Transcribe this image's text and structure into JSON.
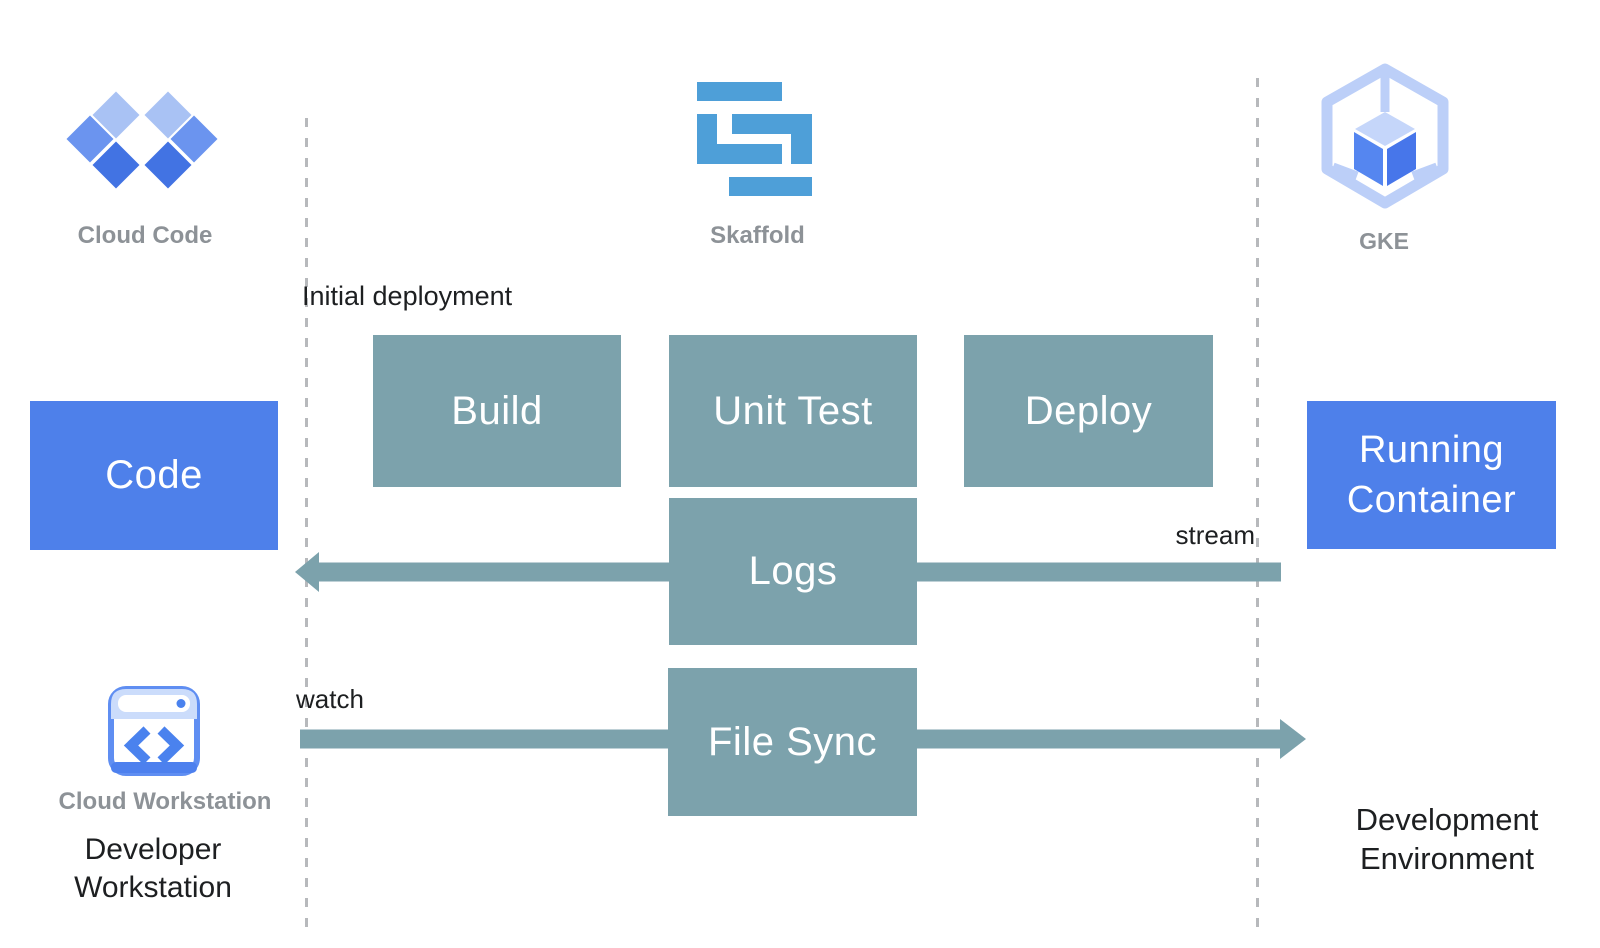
{
  "colors": {
    "process_teal": "#7CA2AC",
    "artifact_blue": "#4E80EA",
    "skaffold_blue": "#4E9FD8",
    "icon_blue_light": "#A9C2F4",
    "icon_blue_medium": "#6B94EF",
    "icon_blue_dark": "#4273E3",
    "label_gray": "#8D9297",
    "text_black": "#1D1F21",
    "dash_gray": "#B7B9BC"
  },
  "tools": {
    "cloud_code": {
      "label": "Cloud Code"
    },
    "skaffold": {
      "label": "Skaffold"
    },
    "gke": {
      "label": "GKE"
    },
    "cloud_workstation": {
      "label": "Cloud Workstation"
    }
  },
  "nodes": {
    "code": {
      "label": "Code"
    },
    "build": {
      "label": "Build"
    },
    "unit_test": {
      "label": "Unit Test"
    },
    "deploy": {
      "label": "Deploy"
    },
    "logs": {
      "label": "Logs"
    },
    "file_sync": {
      "label": "File Sync"
    },
    "running_container": {
      "label": "Running Container"
    }
  },
  "annotations": {
    "initial_deployment": "Initial deployment",
    "stream": "stream",
    "watch": "watch"
  },
  "environments": {
    "developer_workstation": {
      "label": "Developer Workstation"
    },
    "development_environment": {
      "label": "Development Environment"
    }
  }
}
